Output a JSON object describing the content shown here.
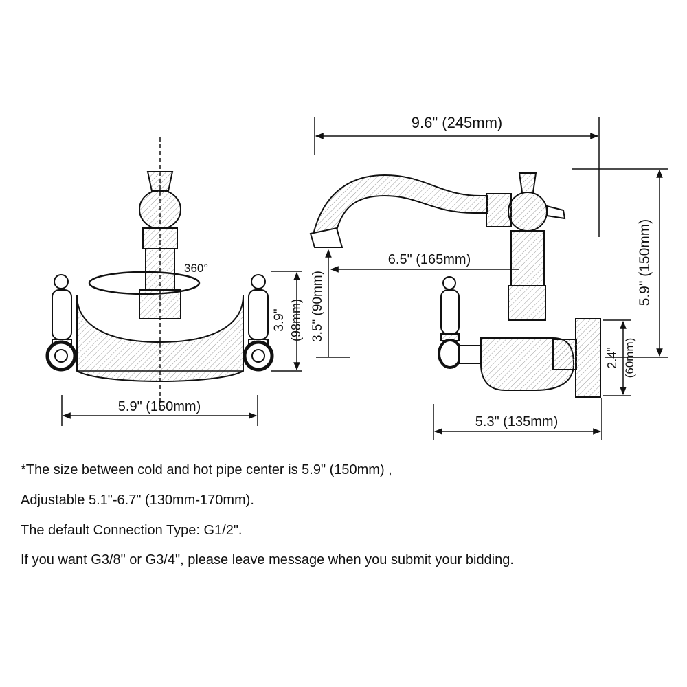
{
  "dimensions": {
    "front_width": "5.9\" (150mm)",
    "front_height": "3.9\"",
    "front_height_mm": "(98mm)",
    "rotation": "360°",
    "spout_reach": "9.6\" (245mm)",
    "spout_length": "6.5\" (165mm)",
    "spout_height": "3.5\" (90mm)",
    "total_height": "5.9\" (150mm)",
    "body_height": "2.4\"",
    "body_height_mm": "(60mm)",
    "body_depth": "5.3\" (135mm)"
  },
  "notes": [
    "*The size between cold and hot pipe center is 5.9\" (150mm) ,",
    "Adjustable 5.1\"-6.7\" (130mm-170mm).",
    "The default Connection Type: G1/2\".",
    "If you want G3/8\" or G3/4\", please leave message when you submit your bidding."
  ],
  "colors": {
    "ink": "#111111",
    "shade": "#9a9a9a"
  }
}
